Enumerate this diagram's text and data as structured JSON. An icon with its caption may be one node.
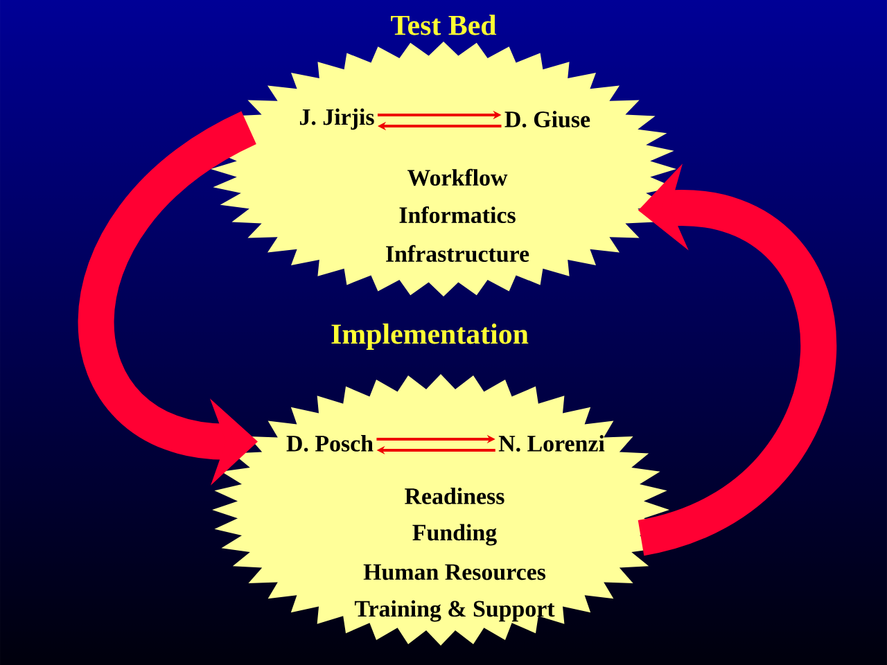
{
  "diagram": {
    "nodes": [
      {
        "text": [
          "Test Bed",
          "Workflow",
          "Informatics",
          "Infrastructure"
        ]
      },
      {
        "text": [
          "J. Jirjis"
        ],
        "in": 0
      },
      {
        "text": [
          "D. Giuse"
        ],
        "in": 0
      },
      {
        "text": [
          "Implementation",
          "Readiness",
          "Funding",
          "Human Resources",
          "Training & Support"
        ]
      },
      {
        "text": [
          "D. Posch"
        ],
        "in": 3
      },
      {
        "text": [
          "N. Lorenzi"
        ],
        "in": 3
      }
    ],
    "edges": [
      {
        "from": 1,
        "to": 2,
        "arrow": "to"
      },
      {
        "from": 2,
        "to": 1,
        "arrow": "to"
      },
      {
        "from": 4,
        "to": 5,
        "arrow": "to"
      },
      {
        "from": 5,
        "to": 4,
        "arrow": "to"
      },
      {
        "from": 0,
        "to": 3,
        "arrow": "to",
        "style": "thick"
      },
      {
        "from": 3,
        "to": 0,
        "arrow": "to",
        "style": "thick"
      }
    ]
  }
}
